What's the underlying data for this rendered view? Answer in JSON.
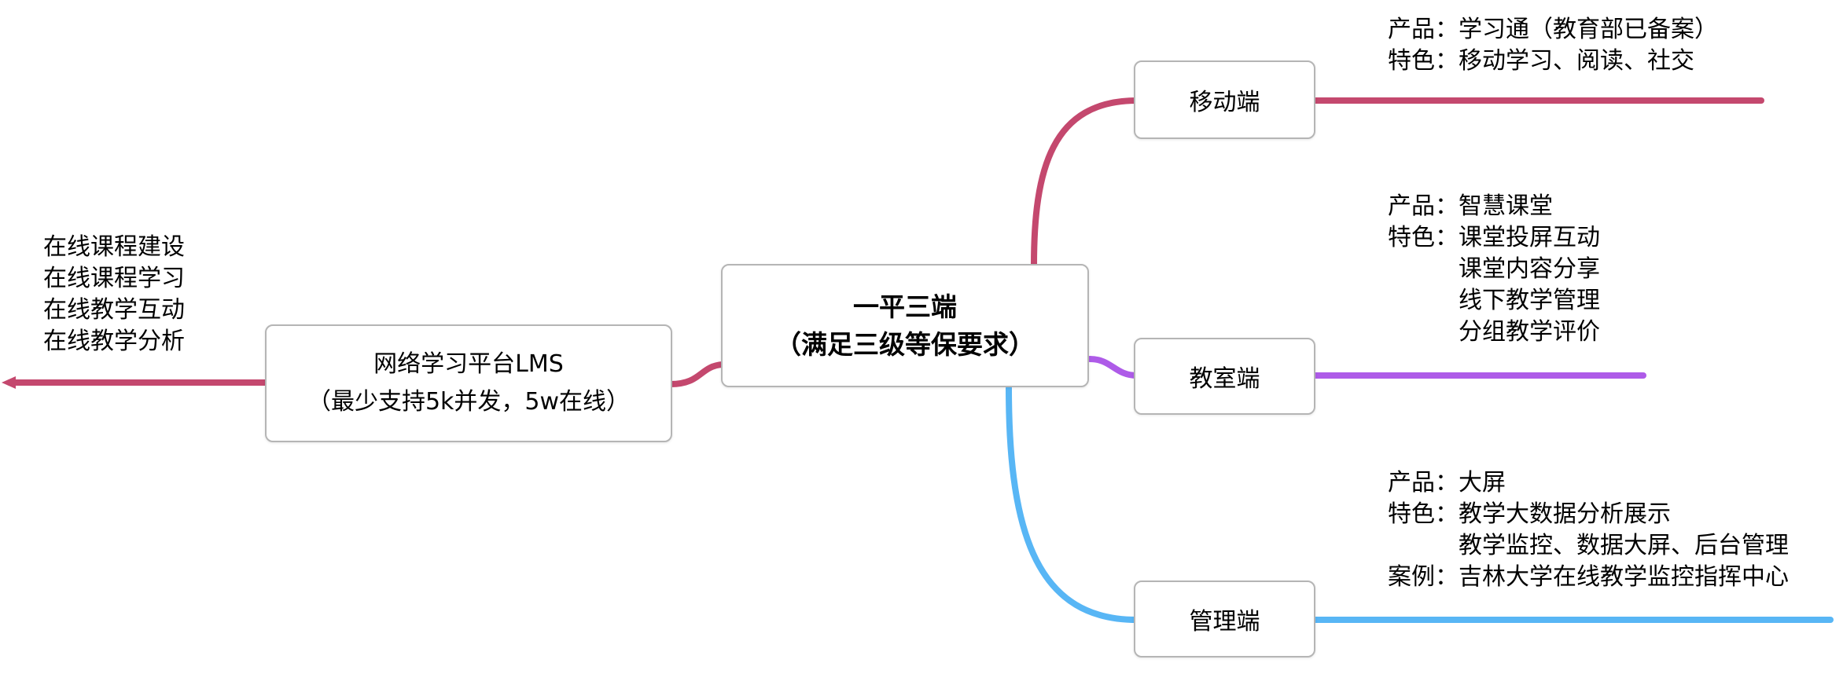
{
  "palette": {
    "branch_mobile": "#C4486E",
    "branch_classroom": "#AE5BE8",
    "branch_admin": "#58B6F5",
    "node_border": "#b5b5b5",
    "text": "#000000"
  },
  "root_notes": {
    "lines": [
      "在线课程建设",
      "在线课程学习",
      "在线教学互动",
      "在线教学分析"
    ]
  },
  "nodes": {
    "lms": {
      "line1": "网络学习平台LMS",
      "line2": "（最少支持5k并发，5w在线）"
    },
    "center": {
      "line1": "一平三端",
      "line2": "（满足三级等保要求）"
    },
    "mobile": {
      "label": "移动端"
    },
    "classroom": {
      "label": "教室端"
    },
    "admin": {
      "label": "管理端"
    }
  },
  "annotations": {
    "mobile": {
      "lines": [
        "产品：学习通（教育部已备案）",
        "特色：移动学习、阅读、社交"
      ]
    },
    "classroom": {
      "lines": [
        "产品：智慧课堂",
        "特色：课堂投屏互动",
        "课堂内容分享",
        "线下教学管理",
        "分组教学评价"
      ]
    },
    "admin": {
      "lines": [
        "产品：大屏",
        "特色：教学大数据分析展示",
        "教学监控、数据大屏、后台管理",
        "案例：吉林大学在线教学监控指挥中心"
      ]
    }
  }
}
